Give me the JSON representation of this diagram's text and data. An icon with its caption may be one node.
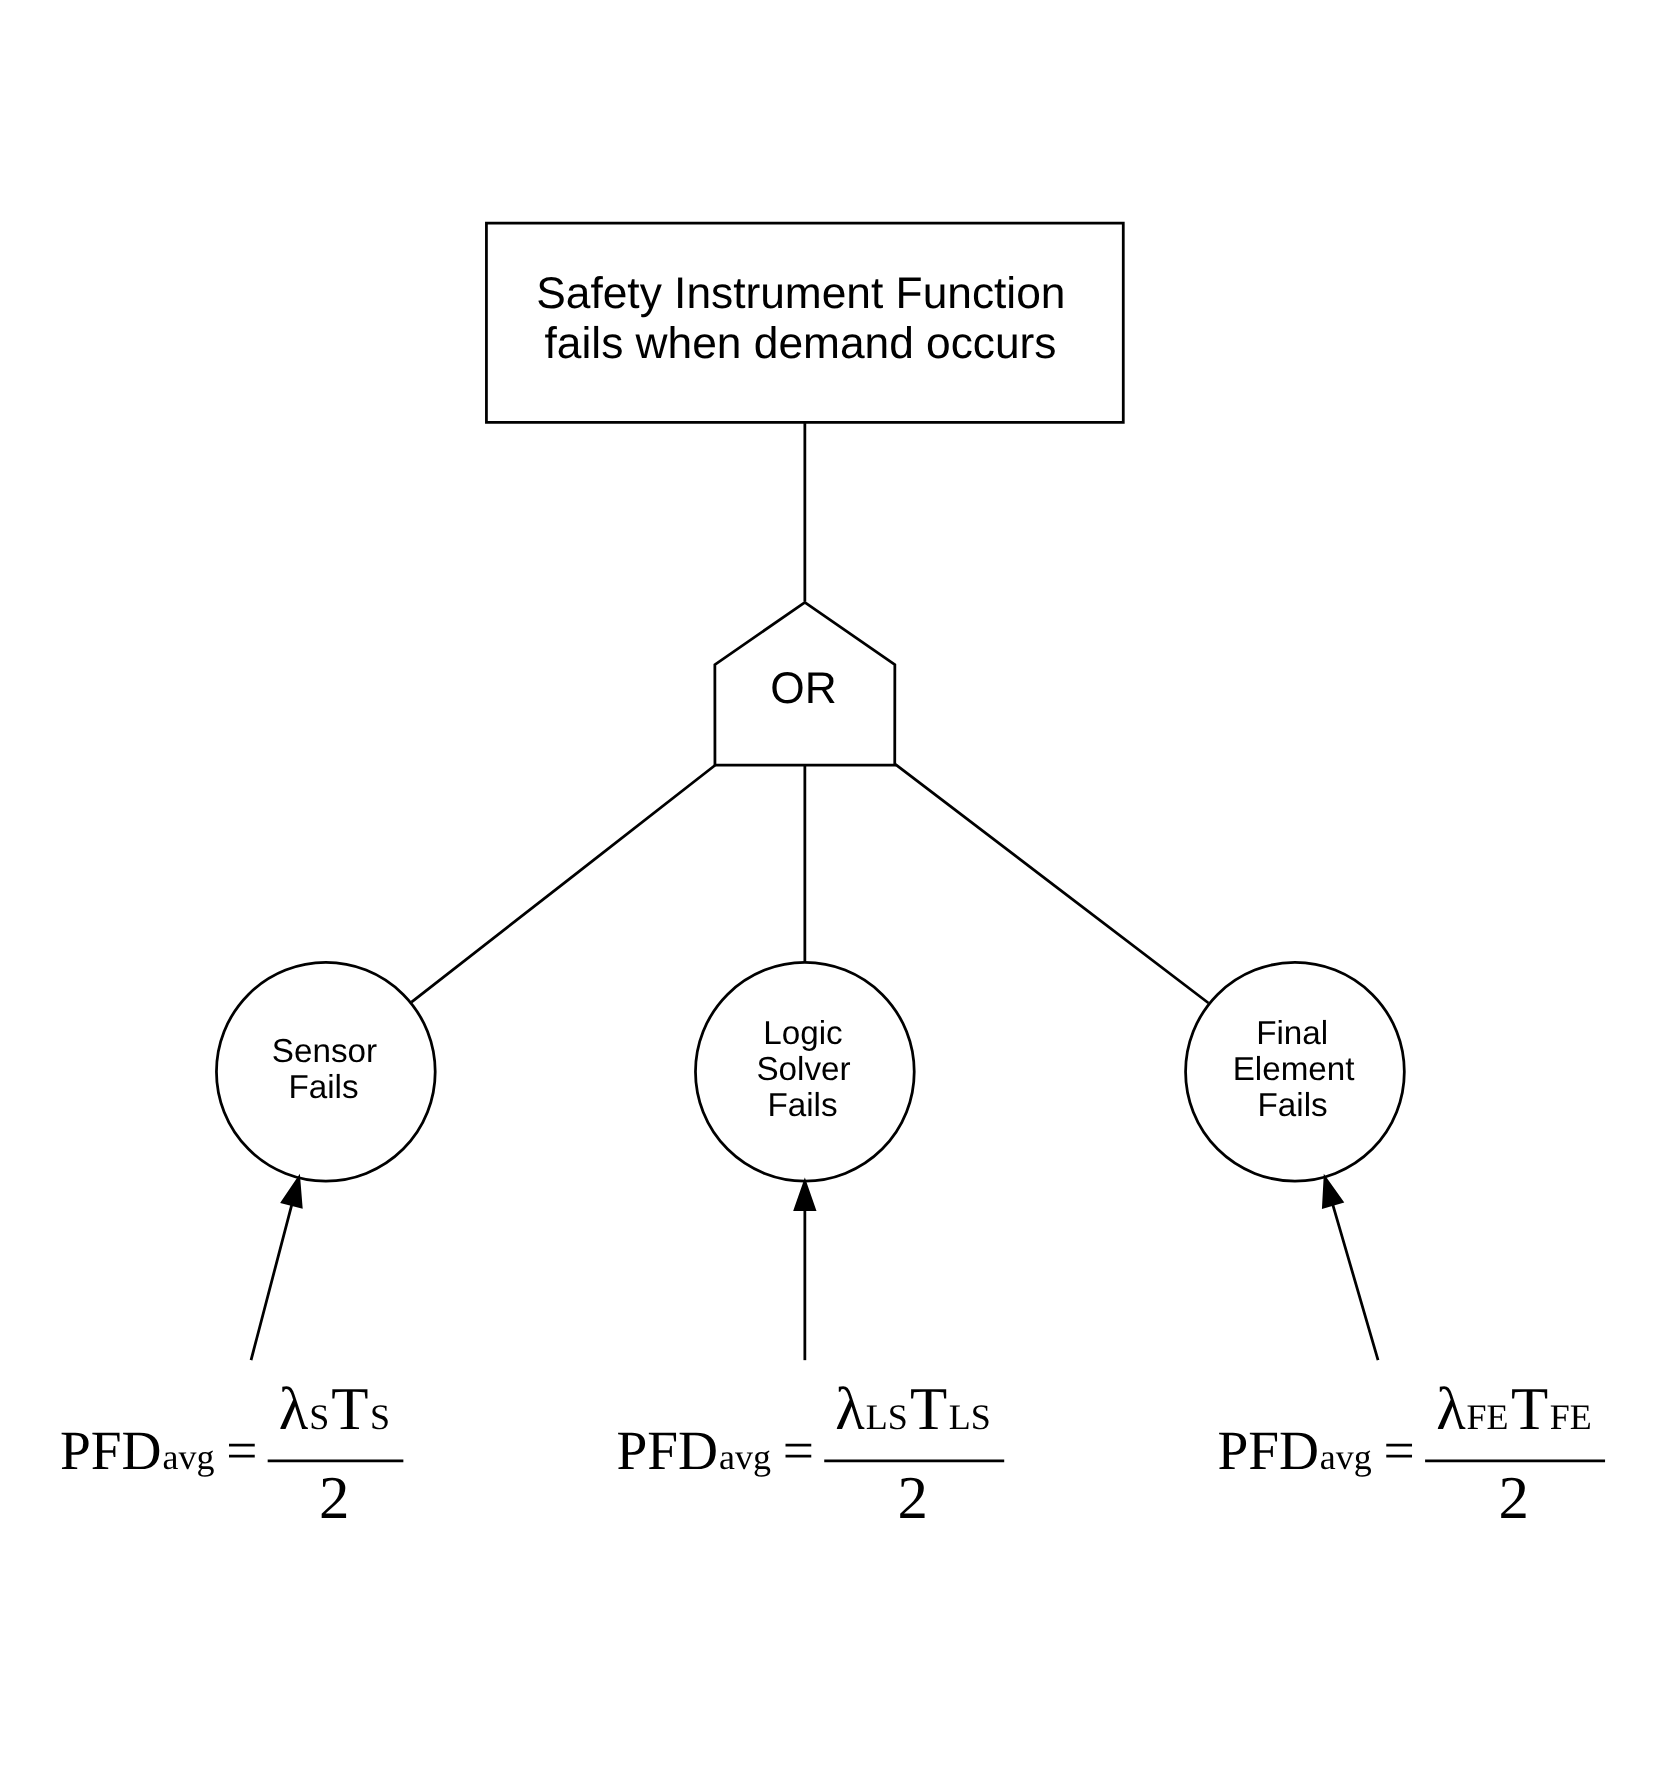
{
  "diagram": {
    "nodes": [
      {
        "text": [
          "Safety Instrument Function fails when demand occurs"
        ]
      },
      {
        "text": [
          "OR"
        ]
      },
      {
        "text": [
          "Sensor Fails"
        ]
      },
      {
        "text": [
          "Logic Solver Fails"
        ]
      },
      {
        "text": [
          "Final Element Fails"
        ]
      },
      {
        "text": [
          "PFD$_{avg}$ =",
          "λ$_{S}$T$_{S}$",
          "2"
        ]
      },
      {
        "text": [
          "PFD$_{avg}$ =",
          "λ$_{LS}$T$_{LS}$",
          "2"
        ]
      },
      {
        "text": [
          "PFD$_{avg}$ =",
          "λ$_{FE}$T$_{FE}$",
          "2"
        ]
      }
    ],
    "edges": [
      {
        "from": 1,
        "to": 0,
        "arrow": "none"
      },
      {
        "from": 2,
        "to": 1,
        "arrow": "none"
      },
      {
        "from": 3,
        "to": 1,
        "arrow": "none"
      },
      {
        "from": 4,
        "to": 1,
        "arrow": "none"
      },
      {
        "from": 5,
        "to": 2,
        "arrow": "to"
      },
      {
        "from": 6,
        "to": 3,
        "arrow": "to"
      },
      {
        "from": 7,
        "to": 4,
        "arrow": "to"
      }
    ]
  }
}
